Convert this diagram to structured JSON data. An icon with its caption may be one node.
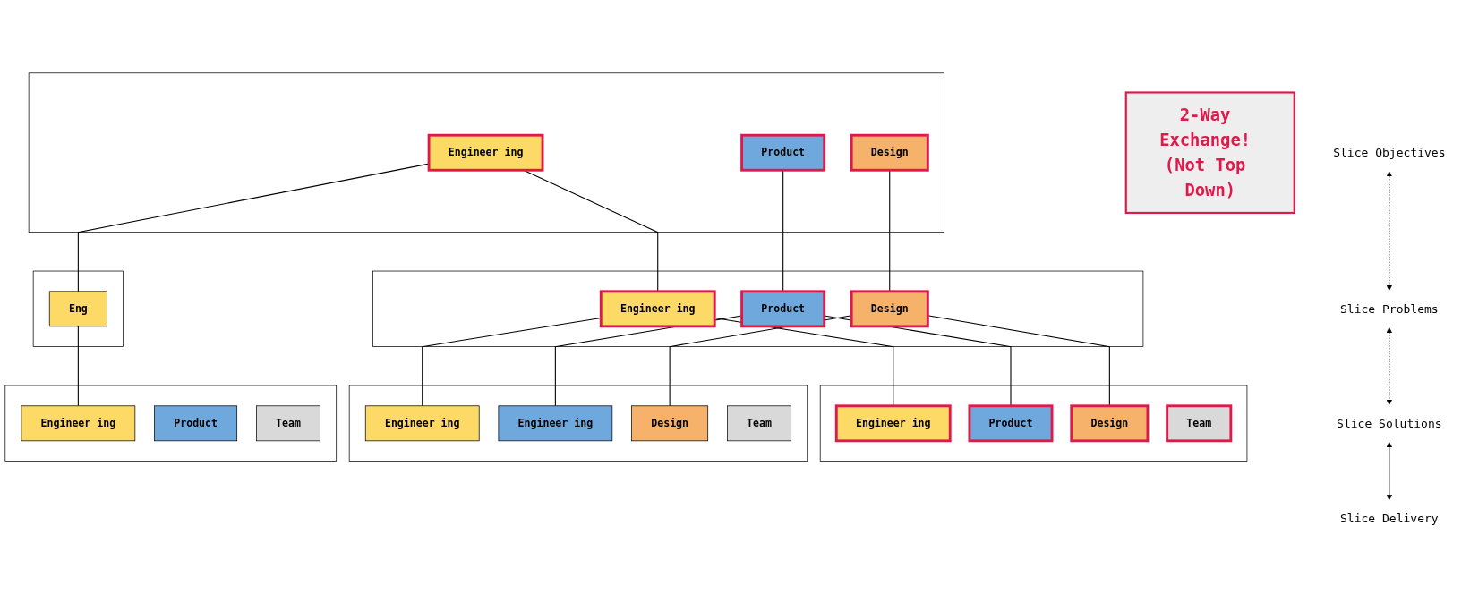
{
  "diagram": {
    "nodes": [
      {
        "text": [
          "Slice Objectives"
        ]
      },
      {
        "text": [
          "Slice Problems"
        ]
      },
      {
        "text": [
          "Slice Solutions"
        ]
      },
      {
        "text": [
          "Slice Delivery"
        ]
      },
      {
        "text": [
          "2-Way Exchange! (Not Top Down)"
        ]
      },
      {
        "text": [],
        "shape": "box"
      },
      {
        "text": [
          "Engineer ing"
        ],
        "in": 5
      },
      {
        "text": [
          "Product"
        ],
        "in": 5
      },
      {
        "text": [
          "Design"
        ],
        "in": 5
      },
      {
        "text": [],
        "shape": "box"
      },
      {
        "text": [
          "Engineer ing"
        ],
        "in": 9
      },
      {
        "text": [
          "Product"
        ],
        "in": 9
      },
      {
        "text": [
          "Design"
        ],
        "in": 9
      },
      {
        "text": [],
        "shape": "box"
      },
      {
        "text": [
          "Eng"
        ],
        "in": 13
      },
      {
        "text": [],
        "shape": "box"
      },
      {
        "text": [
          "Engineer ing"
        ],
        "in": 15
      },
      {
        "text": [
          "Product"
        ],
        "in": 15
      },
      {
        "text": [
          "Design"
        ],
        "in": 15
      },
      {
        "text": [
          "Team"
        ],
        "in": 15
      },
      {
        "text": [],
        "shape": "box"
      },
      {
        "text": [
          "Engineer ing"
        ],
        "in": 20
      },
      {
        "text": [
          "Engineer ing"
        ],
        "in": 20
      },
      {
        "text": [
          "Design"
        ],
        "in": 20
      },
      {
        "text": [
          "Team"
        ],
        "in": 20
      },
      {
        "text": [],
        "shape": "box"
      },
      {
        "text": [
          "Engineer ing"
        ],
        "in": 25
      },
      {
        "text": [
          "Product"
        ],
        "in": 25
      },
      {
        "text": [
          "Team"
        ],
        "in": 25
      }
    ],
    "edges": [
      {
        "from": 0,
        "to": 1,
        "arrow": "both",
        "style": "dashed"
      },
      {
        "from": 1,
        "to": 2,
        "arrow": "both",
        "style": "dashed"
      },
      {
        "from": 2,
        "to": 3,
        "arrow": "both"
      },
      {
        "from": 6,
        "to": 10,
        "arrow": "none"
      },
      {
        "from": 7,
        "to": 11,
        "arrow": "none"
      },
      {
        "from": 8,
        "to": 12,
        "arrow": "none"
      },
      {
        "from": 6,
        "to": 14,
        "arrow": "none"
      },
      {
        "from": 10,
        "to": 16,
        "arrow": "none"
      },
      {
        "from": 10,
        "to": 21,
        "arrow": "none"
      },
      {
        "from": 11,
        "to": 17,
        "arrow": "none"
      },
      {
        "from": 11,
        "to": 22,
        "arrow": "none"
      },
      {
        "from": 12,
        "to": 18,
        "arrow": "none"
      },
      {
        "from": 12,
        "to": 23,
        "arrow": "none"
      },
      {
        "from": 14,
        "to": 26,
        "arrow": "none"
      }
    ]
  }
}
